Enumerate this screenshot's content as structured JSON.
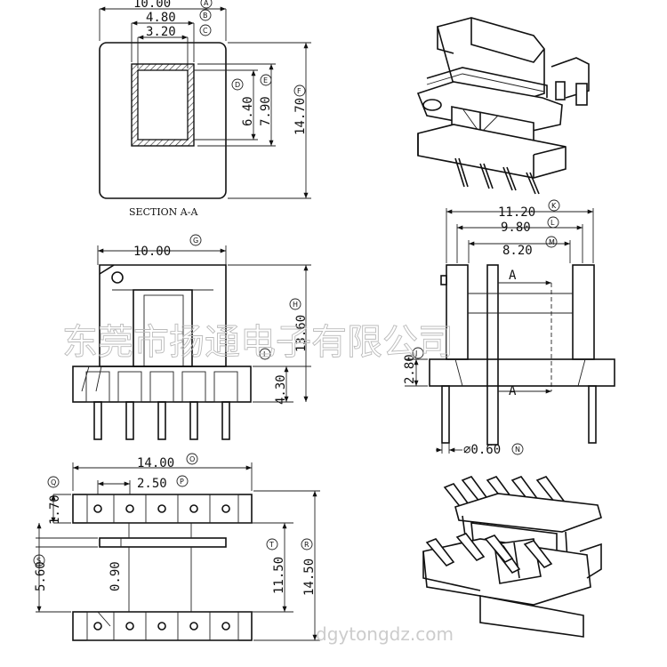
{
  "section_label": "SECTION A-A",
  "watermark": "东莞市扬通电子有限公司",
  "watermark_site": "dgytongdz.com",
  "section_mark": "A",
  "dims": {
    "sec_w": {
      "value": "10.00",
      "tag": "A"
    },
    "sec_b": {
      "value": "4.80",
      "tag": "B"
    },
    "sec_c": {
      "value": "3.20",
      "tag": "C"
    },
    "sec_d": {
      "value": "6.40",
      "tag": "D"
    },
    "sec_e": {
      "value": "7.90",
      "tag": "E"
    },
    "sec_f": {
      "value": "14.70",
      "tag": "F"
    },
    "front_g": {
      "value": "10.00",
      "tag": "G"
    },
    "front_h": {
      "value": "13.60",
      "tag": "H"
    },
    "front_i": {
      "value": "4.30",
      "tag": "I"
    },
    "side_k": {
      "value": "11.20",
      "tag": "K"
    },
    "side_l": {
      "value": "9.80",
      "tag": "L"
    },
    "side_m": {
      "value": "8.20",
      "tag": "M"
    },
    "side_j": {
      "value": "2.80",
      "tag": "J"
    },
    "side_n": {
      "value": "⌀0.60",
      "tag": "N"
    },
    "bot_o": {
      "value": "14.00",
      "tag": "O"
    },
    "bot_p": {
      "value": "2.50",
      "tag": "P"
    },
    "bot_1": {
      "value": "1.70",
      "tag": "Q"
    },
    "bot_s": {
      "value": "5.60",
      "tag": "S"
    },
    "bot_090": {
      "value": "0.90"
    },
    "bot_t": {
      "value": "11.50",
      "tag": "T"
    },
    "bot_r": {
      "value": "14.50",
      "tag": "R"
    }
  }
}
